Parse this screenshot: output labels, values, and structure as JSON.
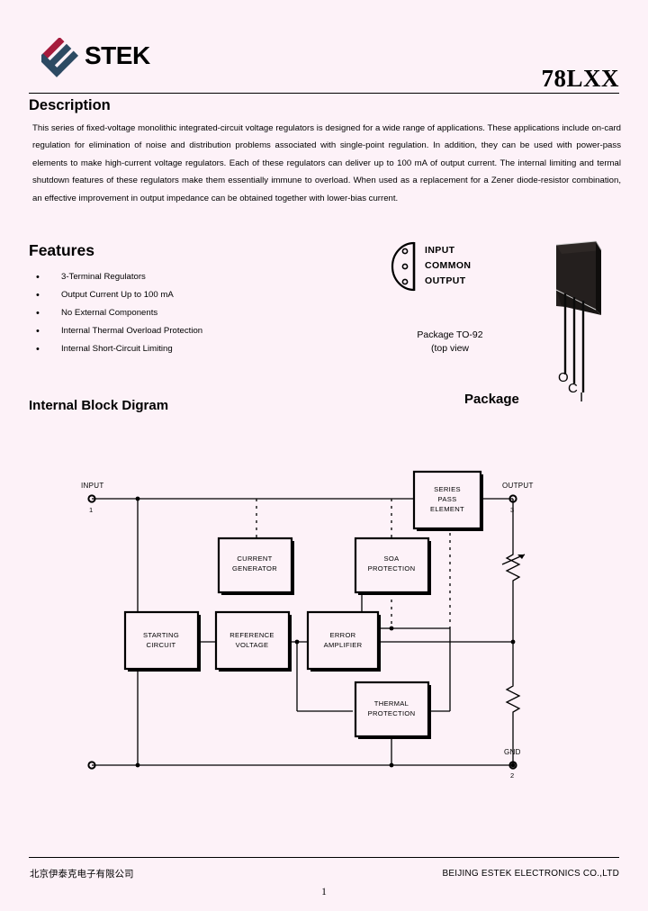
{
  "document": {
    "brand_name": "STEK",
    "part_number": "78LXX",
    "logo_colors": {
      "accent_red": "#a61b3c",
      "body_navy": "#2c4a63"
    },
    "background_color": "#fdf2f8"
  },
  "description": {
    "heading": "Description",
    "body": "This series of fixed-voltage monolithic integrated-circuit voltage regulators is designed for a wide range of applications. These applications include on-card regulation for elimination of noise and distribution problems associated with single-point regulation. In addition, they can be used with power-pass elements to make high-current voltage regulators. Each of these regulators can deliver up to 100 mA of output current. The internal limiting and termal shutdown features of these regulators make them essentially immune to overload. When used as a replacement for a Zener diode-resistor combination, an effective improvement in output impedance can be obtained together with lower-bias current."
  },
  "features": {
    "heading": "Features",
    "bullet_glyph": "•",
    "items": [
      "3-Terminal Regulators",
      "Output Current Up to 100 mA",
      "No External Components",
      "Internal Thermal Overload Protection",
      "Internal Short-Circuit Limiting"
    ]
  },
  "pinout": {
    "pins": [
      "INPUT",
      "COMMON",
      "OUTPUT"
    ],
    "caption_line1": "Package TO-92",
    "caption_line2": "(top view"
  },
  "package": {
    "heading": "Package",
    "lead_labels": [
      "O",
      "C",
      "I"
    ]
  },
  "block_diagram": {
    "heading": "Internal Block Digram",
    "blocks": [
      {
        "id": "series-pass-element",
        "lines": [
          "SERIES",
          "PASS",
          "ELEMENT"
        ]
      },
      {
        "id": "current-generator",
        "lines": [
          "CURRENT",
          "GENERATOR"
        ]
      },
      {
        "id": "soa-protection",
        "lines": [
          "SOA",
          "PROTECTION"
        ]
      },
      {
        "id": "starting-circuit",
        "lines": [
          "STARTING",
          "CIRCUIT"
        ]
      },
      {
        "id": "reference-voltage",
        "lines": [
          "REFERENCE",
          "VOLTAGE"
        ]
      },
      {
        "id": "error-amplifier",
        "lines": [
          "ERROR",
          "AMPLIFIER"
        ]
      },
      {
        "id": "thermal-protection",
        "lines": [
          "THERMAL",
          "PROTECTION"
        ]
      }
    ],
    "terminals": [
      {
        "id": "input",
        "label": "INPUT",
        "number": "1"
      },
      {
        "id": "output",
        "label": "OUTPUT",
        "number": "3"
      },
      {
        "id": "gnd",
        "label": "GND",
        "number": "2"
      }
    ]
  },
  "footer": {
    "company_cn": "北京伊泰克电子有限公司",
    "company_en": "BEIJING ESTEK ELECTRONICS CO.,LTD",
    "page_number": "1"
  }
}
